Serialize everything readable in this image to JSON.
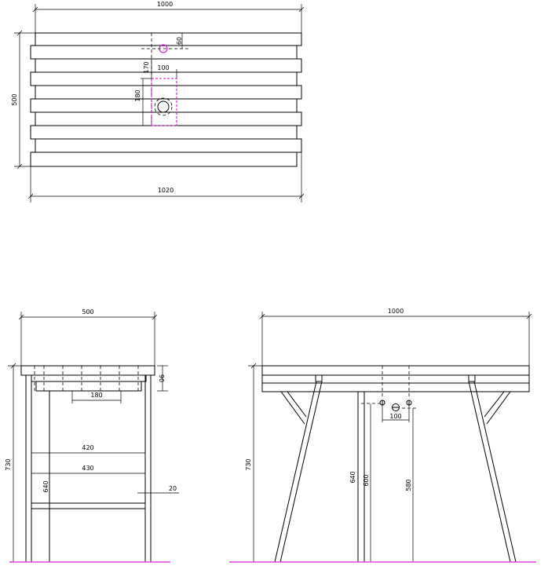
{
  "top_view": {
    "dim_width_top": "1000",
    "dim_width_bottom": "1020",
    "dim_depth": "500",
    "dim_hole_offset": "60",
    "dim_cut_offset": "170",
    "dim_cut_width": "100",
    "dim_cut_length": "180"
  },
  "side_view": {
    "dim_depth": "500",
    "dim_top_thickness": "90",
    "dim_drawer": "180",
    "dim_shelf_upper": "420",
    "dim_shelf_lower": "430",
    "dim_plank": "20",
    "dim_height": "730",
    "dim_shelf_height": "640"
  },
  "front_view": {
    "dim_width": "1000",
    "dim_height": "730",
    "dim_640": "640",
    "dim_600": "600",
    "dim_580": "580",
    "dim_100": "100"
  },
  "colors": {
    "line": "#000000",
    "accent": "#d400d4",
    "floor": "#e040e0"
  }
}
